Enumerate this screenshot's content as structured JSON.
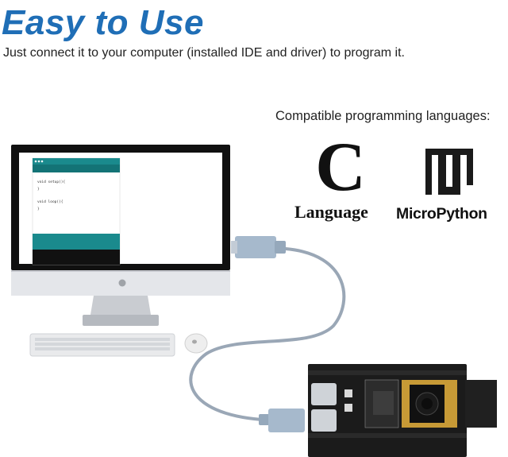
{
  "header": {
    "title": "Easy to Use",
    "subtitle": "Just connect it to your computer (installed IDE and driver) to program it."
  },
  "languages": {
    "heading": "Compatible programming languages:",
    "c_letter": "C",
    "c_label": "Language",
    "micropython_label": "MicroPython"
  },
  "ide_screen": {
    "line1": "void setup(){",
    "line2": "}",
    "line3": "void loop(){",
    "line4": "}"
  },
  "colors": {
    "title": "#1f6eb6",
    "ide_teal": "#1a8a8d",
    "monitor_frame": "#111111",
    "cable": "#9aa7b6",
    "board": "#1b1b1b"
  },
  "icons": [
    "monitor-icon",
    "keyboard-icon",
    "mouse-icon",
    "usb-plug-icon",
    "dev-board-icon",
    "micropython-logo-icon"
  ]
}
